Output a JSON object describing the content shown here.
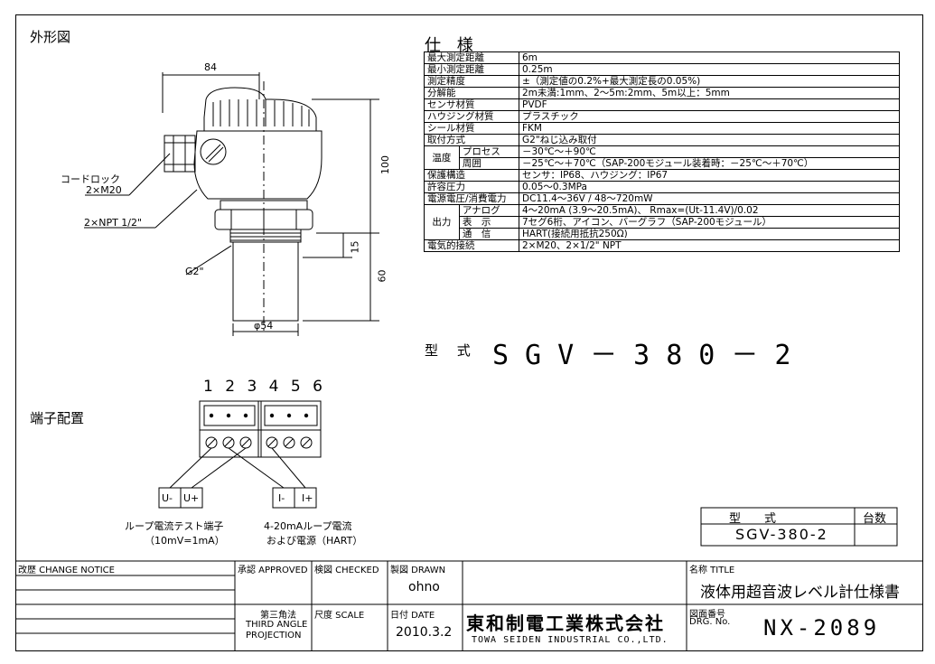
{
  "outline_label": "外形図",
  "spec_title": "仕 様",
  "dims": {
    "width": "84",
    "height_body": "100",
    "height_thread": "15",
    "height_sensor": "60",
    "diameter": "φ54",
    "cord_lock_label": "コードロック",
    "cord_lock_size": "2×M20",
    "npt_label": "2×NPT 1/2\"",
    "g2_label": "G2\""
  },
  "spec": {
    "rows": [
      {
        "key": "最大測定距離",
        "value": "6m"
      },
      {
        "key": "最小測定距離",
        "value": "0.25m"
      },
      {
        "key": "測定精度",
        "value": "±（測定値の0.2%+最大測定長の0.05%)"
      },
      {
        "key": "分解能",
        "value": "2m未満:1mm、2～5m:2mm、5m以上：5mm"
      },
      {
        "key": "センサ材質",
        "value": "PVDF"
      },
      {
        "key": "ハウジング材質",
        "value": "プラスチック"
      },
      {
        "key": "シール材質",
        "value": "FKM"
      },
      {
        "key": "取付方式",
        "value": "G2\"ねじ込み取付"
      }
    ],
    "temp_group": "温度",
    "temp_rows": [
      {
        "key": "プロセス",
        "value": "－30℃～＋90℃"
      },
      {
        "key": "周囲",
        "value": "－25℃～＋70℃（SAP-200モジュール装着時：－25℃～＋70℃）"
      }
    ],
    "rows2": [
      {
        "key": "保護構造",
        "value": "センサ：IP68、ハウジング：IP67"
      },
      {
        "key": "許容圧力",
        "value": "0.05～0.3MPa"
      },
      {
        "key": "電源電圧/消費電力",
        "value": "DC11.4～36V / 48～720mW"
      }
    ],
    "out_group": "出力",
    "out_rows": [
      {
        "key": "アナログ",
        "value": "4～20mA (3.9～20.5mA)、 Rmax=(Ut-11.4V)/0.02"
      },
      {
        "key": "表　示",
        "value": "7セグ6桁、アイコン、バーグラフ（SAP-200モジュール）"
      },
      {
        "key": "通　信",
        "value": "HART(接続用抵抗250Ω)"
      }
    ],
    "rows3": [
      {
        "key": "電気的接続",
        "value": "2×M20、2×1/2\" NPT"
      }
    ]
  },
  "model_label": "型 式",
  "model_value": "SGV－380－2",
  "terminal": {
    "title": "端子配置",
    "numbers": "1 2 3 4 5 6",
    "box_left": [
      "U-",
      "U+"
    ],
    "box_right": [
      "I-",
      "I+"
    ],
    "caption_left_1": "ループ電流テスト端子",
    "caption_left_2": "（10mV=1mA）",
    "caption_right_1": "4-20mAループ電流",
    "caption_right_2": "および電源（HART）"
  },
  "model_box": {
    "header_model": "型　　式",
    "header_qty": "台数",
    "value": "SGV-380-2",
    "qty": ""
  },
  "titleblock": {
    "change_notice": "改歴 CHANGE NOTICE",
    "approved": "承認 APPROVED",
    "checked": "検図 CHECKED",
    "drawn": "製図 DRAWN",
    "drawn_by": "ohno",
    "projection_jp": "第三角法",
    "projection_en_1": "THIRD ANGLE",
    "projection_en_2": "PROJECTION",
    "scale": "尺度 SCALE",
    "date_label": "日付 DATE",
    "date_value": "2010.3.2",
    "company_jp": "東和制電工業株式会社",
    "company_en": "TOWA SEIDEN INDUSTRIAL CO.,LTD.",
    "title_label": "名称 TITLE",
    "title_value": "液体用超音波レベル計仕様書",
    "drg_label_1": "図面番号",
    "drg_label_2": "DRG. No.",
    "drg_value": "NX-2089"
  }
}
